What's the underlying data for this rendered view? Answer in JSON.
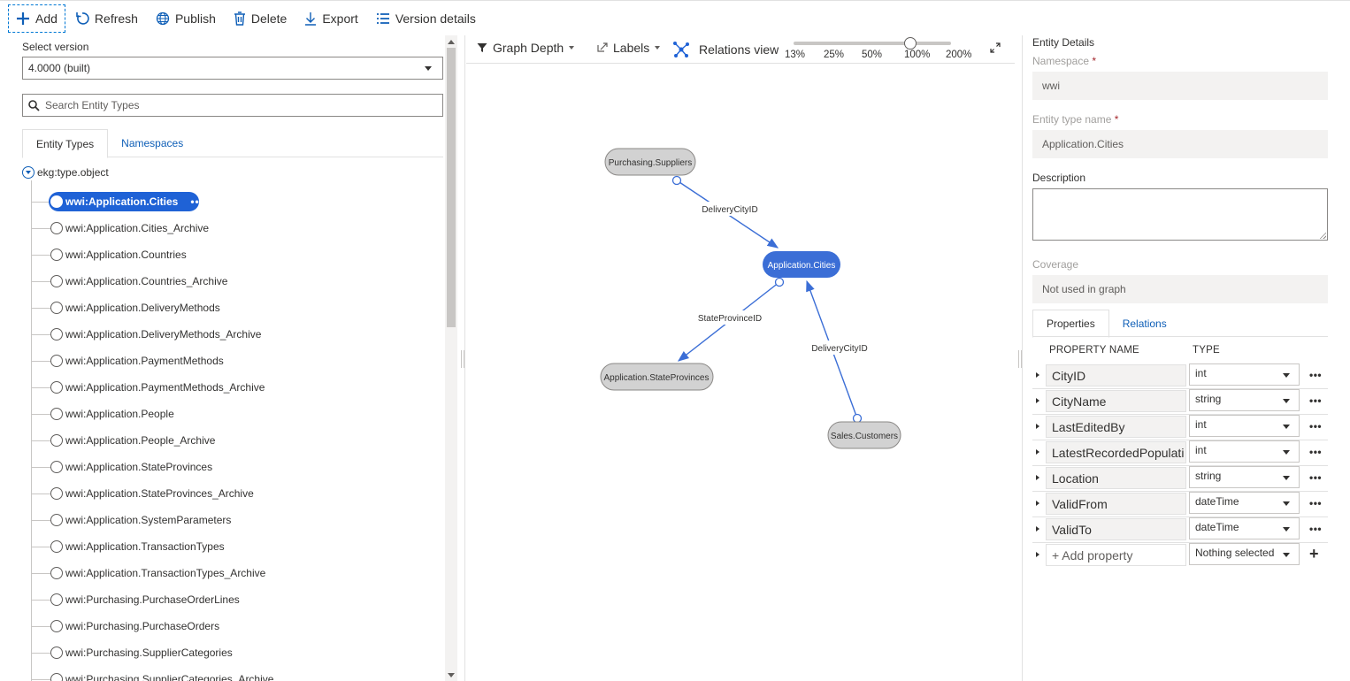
{
  "toolbar": {
    "add": "Add",
    "refresh": "Refresh",
    "publish": "Publish",
    "delete": "Delete",
    "export": "Export",
    "version_details": "Version details"
  },
  "left": {
    "select_version_label": "Select version",
    "version_value": "4.0000 (built)",
    "search_placeholder": "Search Entity Types",
    "tabs": [
      "Entity Types",
      "Namespaces"
    ],
    "tree_root": "ekg:type.object",
    "tree_items": [
      "wwi:Application.Cities",
      "wwi:Application.Cities_Archive",
      "wwi:Application.Countries",
      "wwi:Application.Countries_Archive",
      "wwi:Application.DeliveryMethods",
      "wwi:Application.DeliveryMethods_Archive",
      "wwi:Application.PaymentMethods",
      "wwi:Application.PaymentMethods_Archive",
      "wwi:Application.People",
      "wwi:Application.People_Archive",
      "wwi:Application.StateProvinces",
      "wwi:Application.StateProvinces_Archive",
      "wwi:Application.SystemParameters",
      "wwi:Application.TransactionTypes",
      "wwi:Application.TransactionTypes_Archive",
      "wwi:Purchasing.PurchaseOrderLines",
      "wwi:Purchasing.PurchaseOrders",
      "wwi:Purchasing.SupplierCategories",
      "wwi:Purchasing.SupplierCategories_Archive"
    ],
    "selected_index": 0
  },
  "graph": {
    "toolbar": {
      "graph_depth": "Graph Depth",
      "labels": "Labels",
      "relations_view": "Relations view",
      "zoom_levels": [
        "13%",
        "25%",
        "50%",
        "100%",
        "200%"
      ],
      "zoom_selected": "100%"
    },
    "nodes": {
      "suppliers": "Purchasing.Suppliers",
      "cities": "Application.Cities",
      "states": "Application.StateProvinces",
      "customers": "Sales.Customers"
    },
    "edges": {
      "e1": "DeliveryCityID",
      "e2": "StateProvinceID",
      "e3": "DeliveryCityID"
    },
    "colors": {
      "selected_node": "#3b6ed6",
      "node": "#d2d2d2",
      "edge": "#3b6ed6"
    }
  },
  "details": {
    "title": "Entity Details",
    "namespace_label": "Namespace",
    "namespace_value": "wwi",
    "entity_type_label": "Entity type name",
    "entity_type_value": "Application.Cities",
    "description_label": "Description",
    "coverage_label": "Coverage",
    "coverage_value": "Not used in graph",
    "required_mark": "*",
    "tabs": [
      "Properties",
      "Relations"
    ],
    "columns": [
      "PROPERTY NAME",
      "TYPE"
    ],
    "properties": [
      {
        "name": "CityID",
        "type": "int"
      },
      {
        "name": "CityName",
        "type": "string"
      },
      {
        "name": "LastEditedBy",
        "type": "int"
      },
      {
        "name": "LatestRecordedPopulati",
        "type": "int"
      },
      {
        "name": "Location",
        "type": "string"
      },
      {
        "name": "ValidFrom",
        "type": "dateTime"
      },
      {
        "name": "ValidTo",
        "type": "dateTime"
      }
    ],
    "add_property_placeholder": "+ Add property",
    "add_type_placeholder": "Nothing selected",
    "more_glyph": "•••",
    "plus_glyph": "+"
  }
}
